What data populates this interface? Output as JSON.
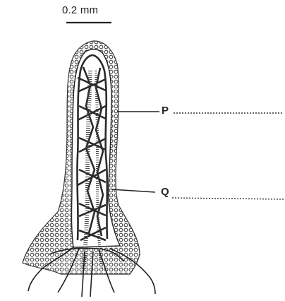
{
  "scale_bar": {
    "text": "0.2 mm"
  },
  "labels": {
    "p": "P",
    "q": "Q"
  }
}
